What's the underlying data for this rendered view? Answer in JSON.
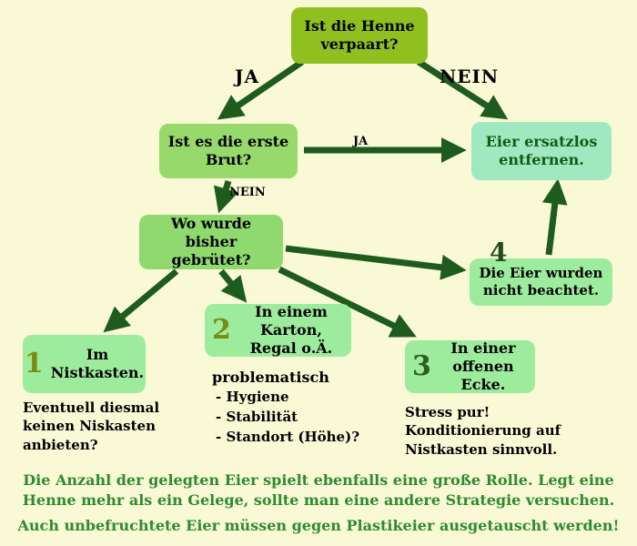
{
  "nodes": {
    "start": {
      "label": "Ist die Henne verpaart?"
    },
    "erste_brut": {
      "label": "Ist es die erste Brut?"
    },
    "eier_entfernen": {
      "label": "Eier ersatzlos entfernen."
    },
    "wo_gebruetet": {
      "label": "Wo wurde bisher gebrütet?"
    },
    "n1": {
      "number": "1",
      "label": "Im Nistkasten.",
      "note": "Eventuell diesmal keinen Niskasten anbieten?"
    },
    "n2": {
      "number": "2",
      "label": "In einem Karton, Regal o.Ä.",
      "note_title": "problematisch",
      "note_items": [
        "- Hygiene",
        "- Stabilität",
        "- Standort (Höhe)?"
      ]
    },
    "n3": {
      "number": "3",
      "label": "In einer offenen Ecke.",
      "note": "Stress pur!\nKonditionierung auf Nistkasten sinnvoll."
    },
    "n4": {
      "number": "4",
      "label": "Die Eier wurden nicht beachtet."
    }
  },
  "edges": {
    "ja_top": "JA",
    "nein_top": "NEIN",
    "ja_mid": "JA",
    "nein_mid": "NEIN"
  },
  "footer": {
    "para1": "Die Anzahl der gelegten Eier spielt ebenfalls eine große Rolle. Legt eine Henne mehr als ein Gelege, sollte man eine andere Strategie versuchen.",
    "para2": "Auch unbefruchtete Eier müssen gegen Plastikeier ausgetauscht werden!"
  },
  "colors": {
    "background": "#f9f9d6",
    "arrow": "#1e5c1e",
    "start_box": "#8fc020",
    "green_box": "#97d96b",
    "mint_box": "#9fe8c0",
    "mid_box": "#8fd96e",
    "light_box": "#9dec9d",
    "footer_text": "#2e8b2e"
  }
}
